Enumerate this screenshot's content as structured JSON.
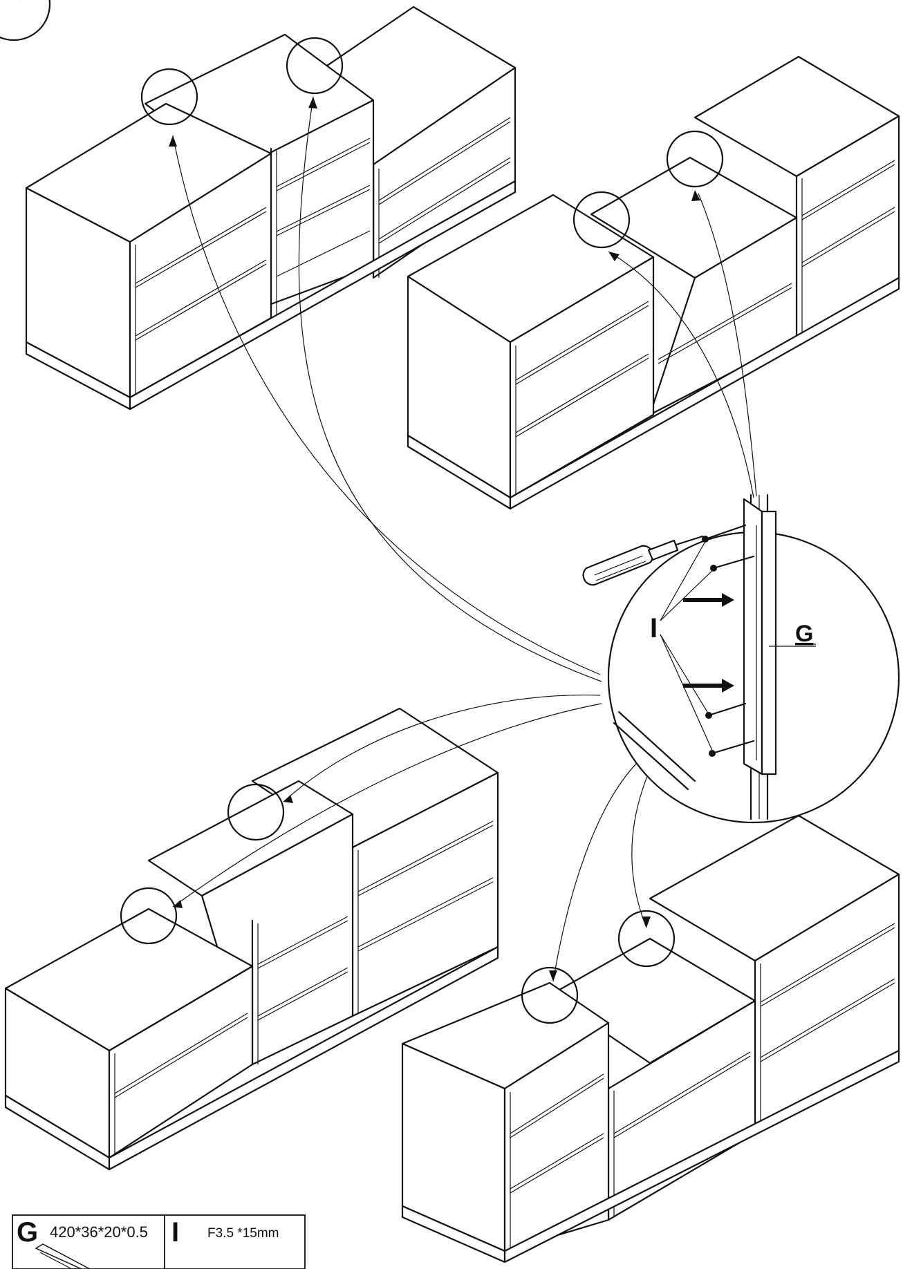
{
  "callout_labels": {
    "screw": "I",
    "strip": "G"
  },
  "parts_table": {
    "items": [
      {
        "code": "G",
        "spec": "420*36*20*0.5"
      },
      {
        "code": "I",
        "spec": "F3.5 *15mm"
      }
    ]
  }
}
